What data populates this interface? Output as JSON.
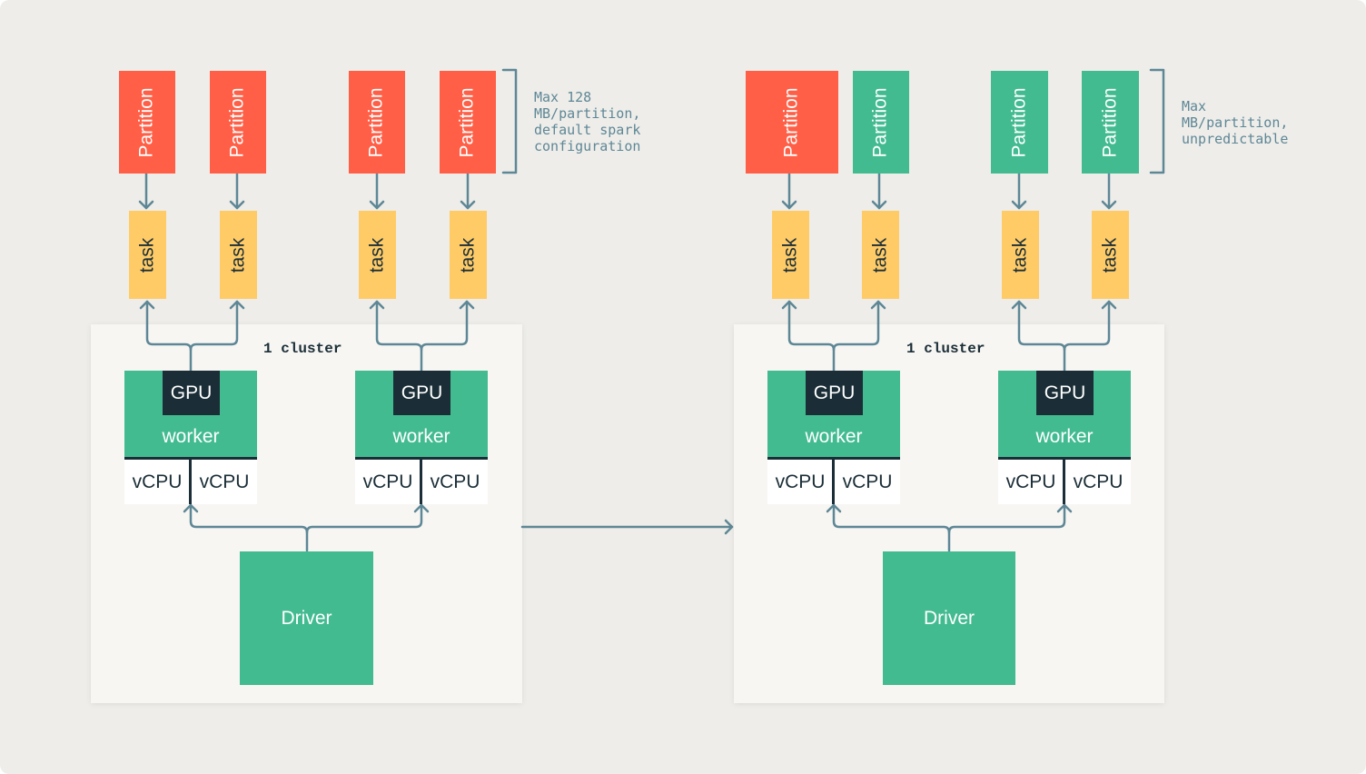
{
  "diagram": {
    "left": {
      "partitions": [
        {
          "label": "Partition",
          "color": "#ff5f46"
        },
        {
          "label": "Partition",
          "color": "#ff5f46"
        },
        {
          "label": "Partition",
          "color": "#ff5f46"
        },
        {
          "label": "Partition",
          "color": "#ff5f46"
        }
      ],
      "tasks": [
        "task",
        "task",
        "task",
        "task"
      ],
      "note": "Max 128\nMB/partition,\ndefault spark\nconfiguration",
      "cluster_label": "1 cluster",
      "workers": [
        {
          "gpu": "GPU",
          "label": "worker",
          "vcpus": [
            "vCPU",
            "vCPU"
          ]
        },
        {
          "gpu": "GPU",
          "label": "worker",
          "vcpus": [
            "vCPU",
            "vCPU"
          ]
        }
      ],
      "driver": "Driver"
    },
    "right": {
      "partitions": [
        {
          "label": "Partition",
          "color": "#ff5f46"
        },
        {
          "label": "Partition",
          "color": "#42bb91"
        },
        {
          "label": "Partition",
          "color": "#42bb91"
        },
        {
          "label": "Partition",
          "color": "#42bb91"
        }
      ],
      "tasks": [
        "task",
        "task",
        "task",
        "task"
      ],
      "note": "Max\nMB/partition,\nunpredictable",
      "cluster_label": "1 cluster",
      "workers": [
        {
          "gpu": "GPU",
          "label": "worker",
          "vcpus": [
            "vCPU",
            "vCPU"
          ]
        },
        {
          "gpu": "GPU",
          "label": "worker",
          "vcpus": [
            "vCPU",
            "vCPU"
          ]
        }
      ],
      "driver": "Driver"
    },
    "colors": {
      "partition_red": "#ff5f46",
      "partition_green": "#42bb91",
      "task_yellow": "#ffcb66",
      "worker_green": "#42bb91",
      "gpu_dark": "#1b2e37",
      "wire": "#5e8796",
      "background": "#eeede9",
      "cluster_bg": "#f7f6f3"
    }
  }
}
